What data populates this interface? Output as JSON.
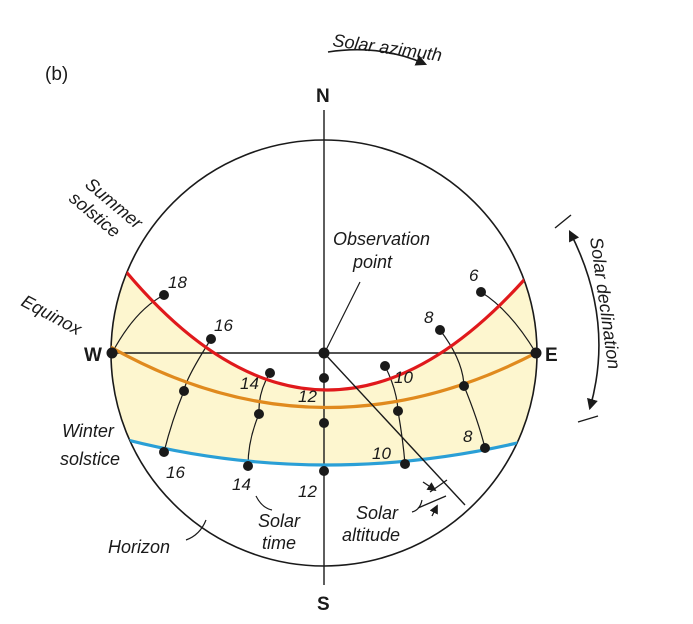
{
  "panel_label": "(b)",
  "cardinals": {
    "north": "N",
    "south": "S",
    "east": "E",
    "west": "W"
  },
  "labels": {
    "solar_azimuth": "Solar azimuth",
    "summer_line1": "Summer",
    "summer_line2": "solstice",
    "equinox": "Equinox",
    "winter_line1": "Winter",
    "winter_line2": "solstice",
    "horizon": "Horizon",
    "observation_line1": "Observation",
    "observation_line2": "point",
    "solar_declination": "Solar declination",
    "solar_time_line1": "Solar",
    "solar_time_line2": "time",
    "solar_altitude_line1": "Solar",
    "solar_altitude_line2": "altitude"
  },
  "hour_labels": {
    "summer": [
      "18",
      "16",
      "14",
      "12",
      "10",
      "8",
      "6"
    ],
    "winter": [
      "16",
      "14",
      "12",
      "10",
      "8"
    ]
  },
  "colors": {
    "summer_path": "#e0191c",
    "equinox_path": "#e08a1e",
    "winter_path": "#2a9fd6",
    "sky_band_fill": "#fdf6cf",
    "line": "#1a1a1a"
  }
}
